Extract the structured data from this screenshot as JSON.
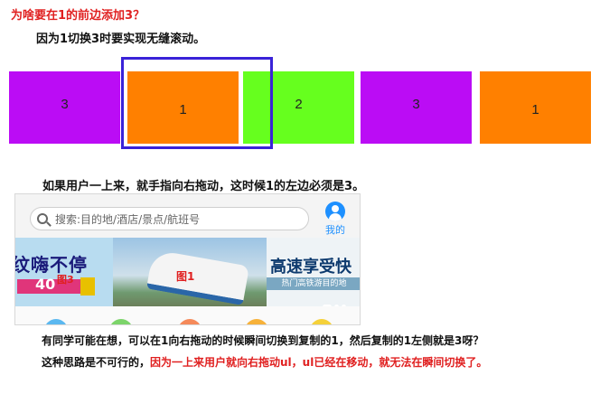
{
  "heading": "为啥要在1的前边添加3？",
  "reason": "因为1切换3时要实现无缝滚动。",
  "slides": [
    "3",
    "1",
    "2",
    "3",
    "1"
  ],
  "colors": {
    "purple": "#bb0cf5",
    "orange": "#ff8000",
    "green": "#66ff1e",
    "frame": "#3a22d8",
    "red_text": "#e02020"
  },
  "drag_note": "如果用户一上来，就手指向右拖动，这时候1的左边必须是3。",
  "phone": {
    "search_placeholder": "搜索:目的地/酒店/景点/航班号",
    "profile_label": "我的",
    "banner": {
      "left_text": "纹嗨不停",
      "left_number": "40",
      "left_figure_label": "图3",
      "mid_figure_label": "图1",
      "right_title": "高速享受快",
      "right_subtitle": "热门高铁游目的地"
    }
  },
  "thought": "有同学可能在想，可以在1向右拖动的时候瞬间切换到复制的1，然后复制的1左侧就是3呀？",
  "conclusion_black": "这种思路是不可行的，",
  "conclusion_red": "因为一上来用户就向右拖动ul，ul已经在移动，就无法在瞬间切换了。"
}
